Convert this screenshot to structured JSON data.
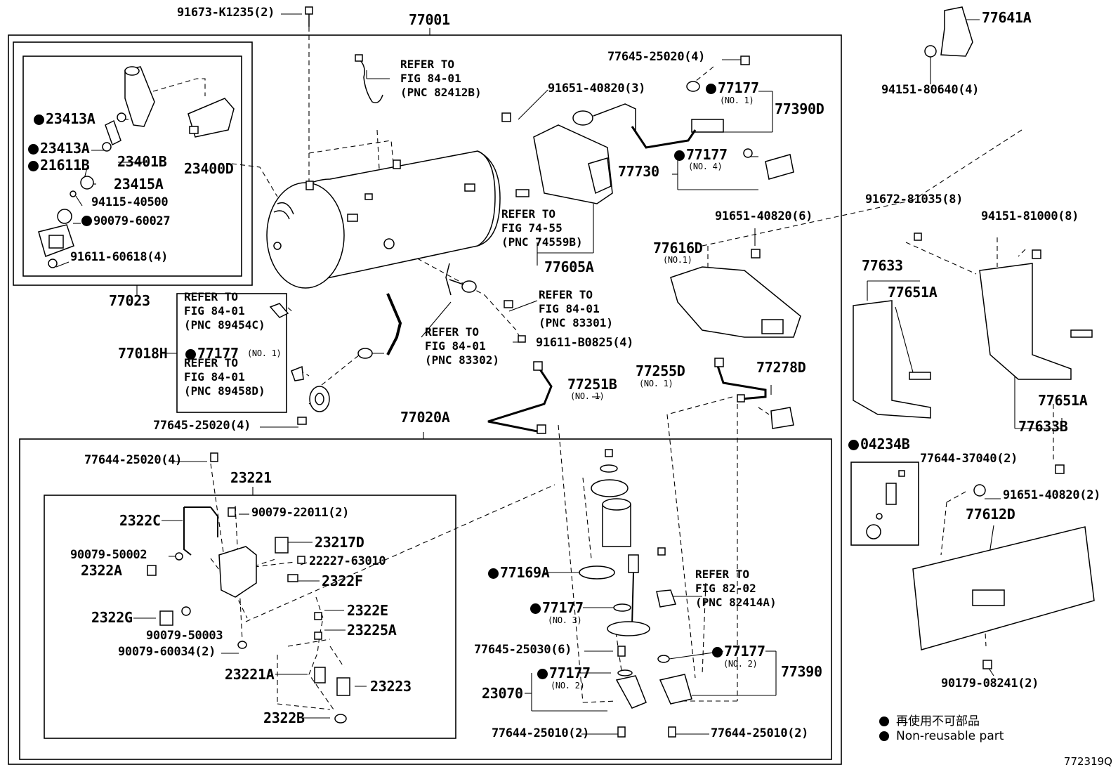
{
  "diagram_id": "772319Q",
  "assemblies": {
    "a77001": "77001",
    "a77023": "77023",
    "a77020A": "77020A",
    "a23221": "23221",
    "a77018H": "77018H",
    "a77605A": "77605A",
    "a77633": "77633",
    "a77633B": "77633B"
  },
  "parts": {
    "p91673": "91673-K1235(2)",
    "p23413A_1": "23413A",
    "p23413A_2": "23413A",
    "p23401B": "23401B",
    "p21611B": "21611B",
    "p23415A": "23415A",
    "p23400D": "23400D",
    "p94115": "94115-40500",
    "p90079_60027": "90079-60027",
    "p91611_60618": "91611-60618(4)",
    "p77645_top": "77645-25020(4)",
    "p91651_3": "91651-40820(3)",
    "p77177_a": "77177",
    "p77177_a_no": "(NO. 1)",
    "p77390D": "77390D",
    "p77177_b": "77177",
    "p77177_b_no": "(NO. 4)",
    "p77730": "77730",
    "p77641A": "77641A",
    "p94151_80640": "94151-80640(4)",
    "p91651_6": "91651-40820(6)",
    "p77616D": "77616D",
    "p77616D_no": "(NO.1)",
    "p91672": "91672-81035(8)",
    "p94151_81000": "94151-81000(8)",
    "p77651A_1": "77651A",
    "p77651A_2": "77651A",
    "p04234B": "04234B",
    "p77644_37040": "77644-37040(2)",
    "p91651_2": "91651-40820(2)",
    "p77612D": "77612D",
    "p90179": "90179-08241(2)",
    "p77177_c": "77177",
    "p77177_c_no": "(NO. 1)",
    "p91611_B0825": "91611-B0825(4)",
    "p77645_left": "77645-25020(4)",
    "p77251B": "77251B",
    "p77251B_no": "(NO. 1)",
    "p77255D": "77255D",
    "p77255D_no": "(NO. 1)",
    "p77278D": "77278D",
    "p77644_25020": "77644-25020(4)",
    "p90079_22011": "90079-22011(2)",
    "p2322C": "2322C",
    "p23217D": "23217D",
    "p90079_50002": "90079-50002",
    "p22227": "22227-63010",
    "p2322A": "2322A",
    "p2322F": "2322F",
    "p2322G": "2322G",
    "p2322E": "2322E",
    "p90079_50003": "90079-50003",
    "p23225A": "23225A",
    "p90079_60034": "90079-60034(2)",
    "p23221A": "23221A",
    "p23223": "23223",
    "p2322B": "2322B",
    "p77169A": "77169A",
    "p77177_d": "77177",
    "p77177_d_no": "(NO. 3)",
    "p77645_25030": "77645-25030(6)",
    "p77177_e": "77177",
    "p77177_e_no": "(NO. 2)",
    "p23070": "23070",
    "p77177_f": "77177",
    "p77177_f_no": "(NO. 2)",
    "p77390": "77390",
    "p77644_25010_a": "77644-25010(2)",
    "p77644_25010_b": "77644-25010(2)"
  },
  "references": {
    "r1": "REFER TO\nFIG 84-01\n(PNC 82412B)",
    "r2": "REFER TO\nFIG 74-55\n(PNC 74559B)",
    "r3": "REFER TO\nFIG 84-01\n(PNC 89454C)",
    "r4": "REFER TO\nFIG 84-01\n(PNC 83301)",
    "r5": "REFER TO\nFIG 84-01\n(PNC 83302)",
    "r6": "REFER TO\nFIG 84-01\n(PNC 89458D)",
    "r7": "REFER TO\nFIG 82-02\n(PNC 82414A)"
  },
  "legend": {
    "jp": "再使用不可部品",
    "en": "Non-reusable part"
  }
}
